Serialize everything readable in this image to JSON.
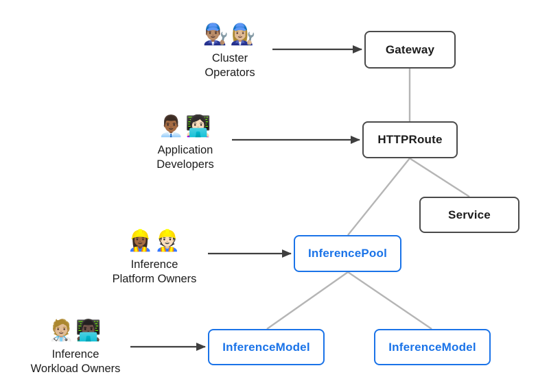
{
  "diagram_type": "resource-model-diagram",
  "colors": {
    "background": "#ffffff",
    "gray_node_border": "#4a4a4a",
    "blue_node_border": "#1a73e8",
    "blue_node_text": "#1a73e8",
    "node_text": "#1c1c1c",
    "actor_text": "#1c1c1c",
    "connector_line": "#b5b5b5",
    "arrow_line": "#3f3f3f"
  },
  "actors": [
    {
      "emojis": "👨🏽‍🔧👩🏼‍🔧",
      "emoji_icon": "man-mechanic-and-woman-mechanic",
      "label_line1": "Cluster",
      "label_line2": "Operators",
      "points_to": "Gateway"
    },
    {
      "emojis": "👨🏾‍💼👩🏻‍💻",
      "emoji_icon": "man-office-worker-and-woman-technologist",
      "label_line1": "Application",
      "label_line2": "Developers",
      "points_to": "HTTPRoute"
    },
    {
      "emojis": "👷🏾‍♀️👷🏻",
      "emoji_icon": "woman-construction-worker-and-man-construction-worker",
      "label_line1": "Inference",
      "label_line2": "Platform Owners",
      "points_to": "InferencePool"
    },
    {
      "emojis": "🧑🏼‍⚕️👨🏿‍💻",
      "emoji_icon": "health-worker-and-man-technologist",
      "label_line1": "Inference",
      "label_line2": "Workload Owners",
      "points_to": "InferenceModel"
    }
  ],
  "nodes": [
    {
      "id": "gateway",
      "label": "Gateway",
      "style": "gray"
    },
    {
      "id": "httproute",
      "label": "HTTPRoute",
      "style": "gray"
    },
    {
      "id": "service",
      "label": "Service",
      "style": "gray"
    },
    {
      "id": "inferencepool",
      "label": "InferencePool",
      "style": "blue"
    },
    {
      "id": "inferencemodel-left",
      "label": "InferenceModel",
      "style": "blue"
    },
    {
      "id": "inferencemodel-right",
      "label": "InferenceModel",
      "style": "blue"
    }
  ],
  "edges": [
    {
      "from": "Gateway",
      "to": "HTTPRoute"
    },
    {
      "from": "HTTPRoute",
      "to": "Service"
    },
    {
      "from": "HTTPRoute",
      "to": "InferencePool"
    },
    {
      "from": "InferencePool",
      "to": "InferenceModel (left)"
    },
    {
      "from": "InferencePool",
      "to": "InferenceModel (right)"
    }
  ]
}
